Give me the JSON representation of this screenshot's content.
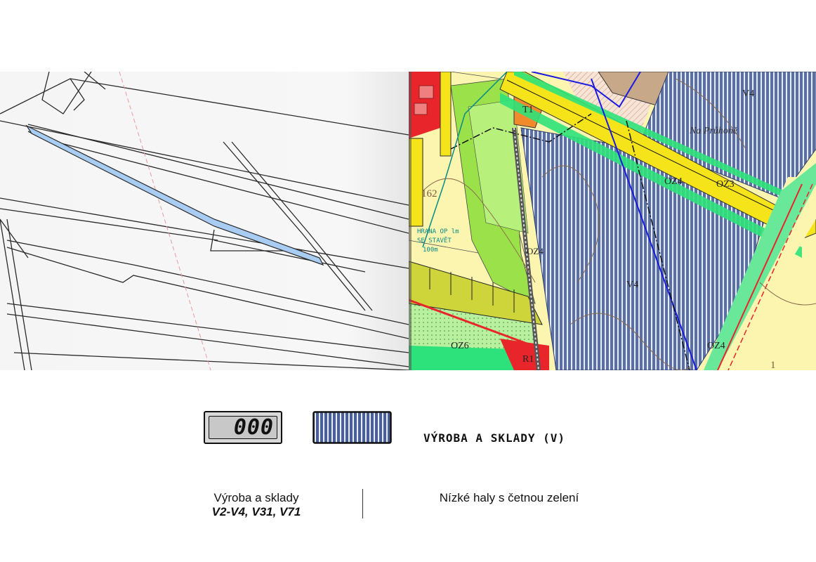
{
  "left_map": {
    "highlight_color": "#a8ccf2"
  },
  "right_map": {
    "labels": {
      "t1": "T1",
      "v4_top": "V4",
      "v4_center": "V4",
      "place_name": "Na Průhoně",
      "oz4_upper": "OZ4",
      "oz3": "OZ3",
      "oz4_mid": "OZ4",
      "oz4_bottom": "OZ4",
      "oz6": "OZ6",
      "r1": "R1",
      "contour_162": "162",
      "contour_bottom": "1",
      "note_line1": "HRANA OP lm",
      "note_line2": "SE STAVĚT",
      "note_line3": "100m"
    },
    "colors": {
      "production_zone": "#5a6fa5",
      "green_zone": "#9be24a",
      "yellow_zone": "#fbf5b0",
      "road": "#f5e41a",
      "red_zone": "#e8252a"
    }
  },
  "legend": {
    "code_text": "000",
    "title": "VÝROBA A SKLADY (V)"
  },
  "captions": {
    "left_line1": "Výroba a sklady",
    "left_line2": "V2-V4, V31, V71",
    "right": "Nízké haly s četnou zelení"
  }
}
